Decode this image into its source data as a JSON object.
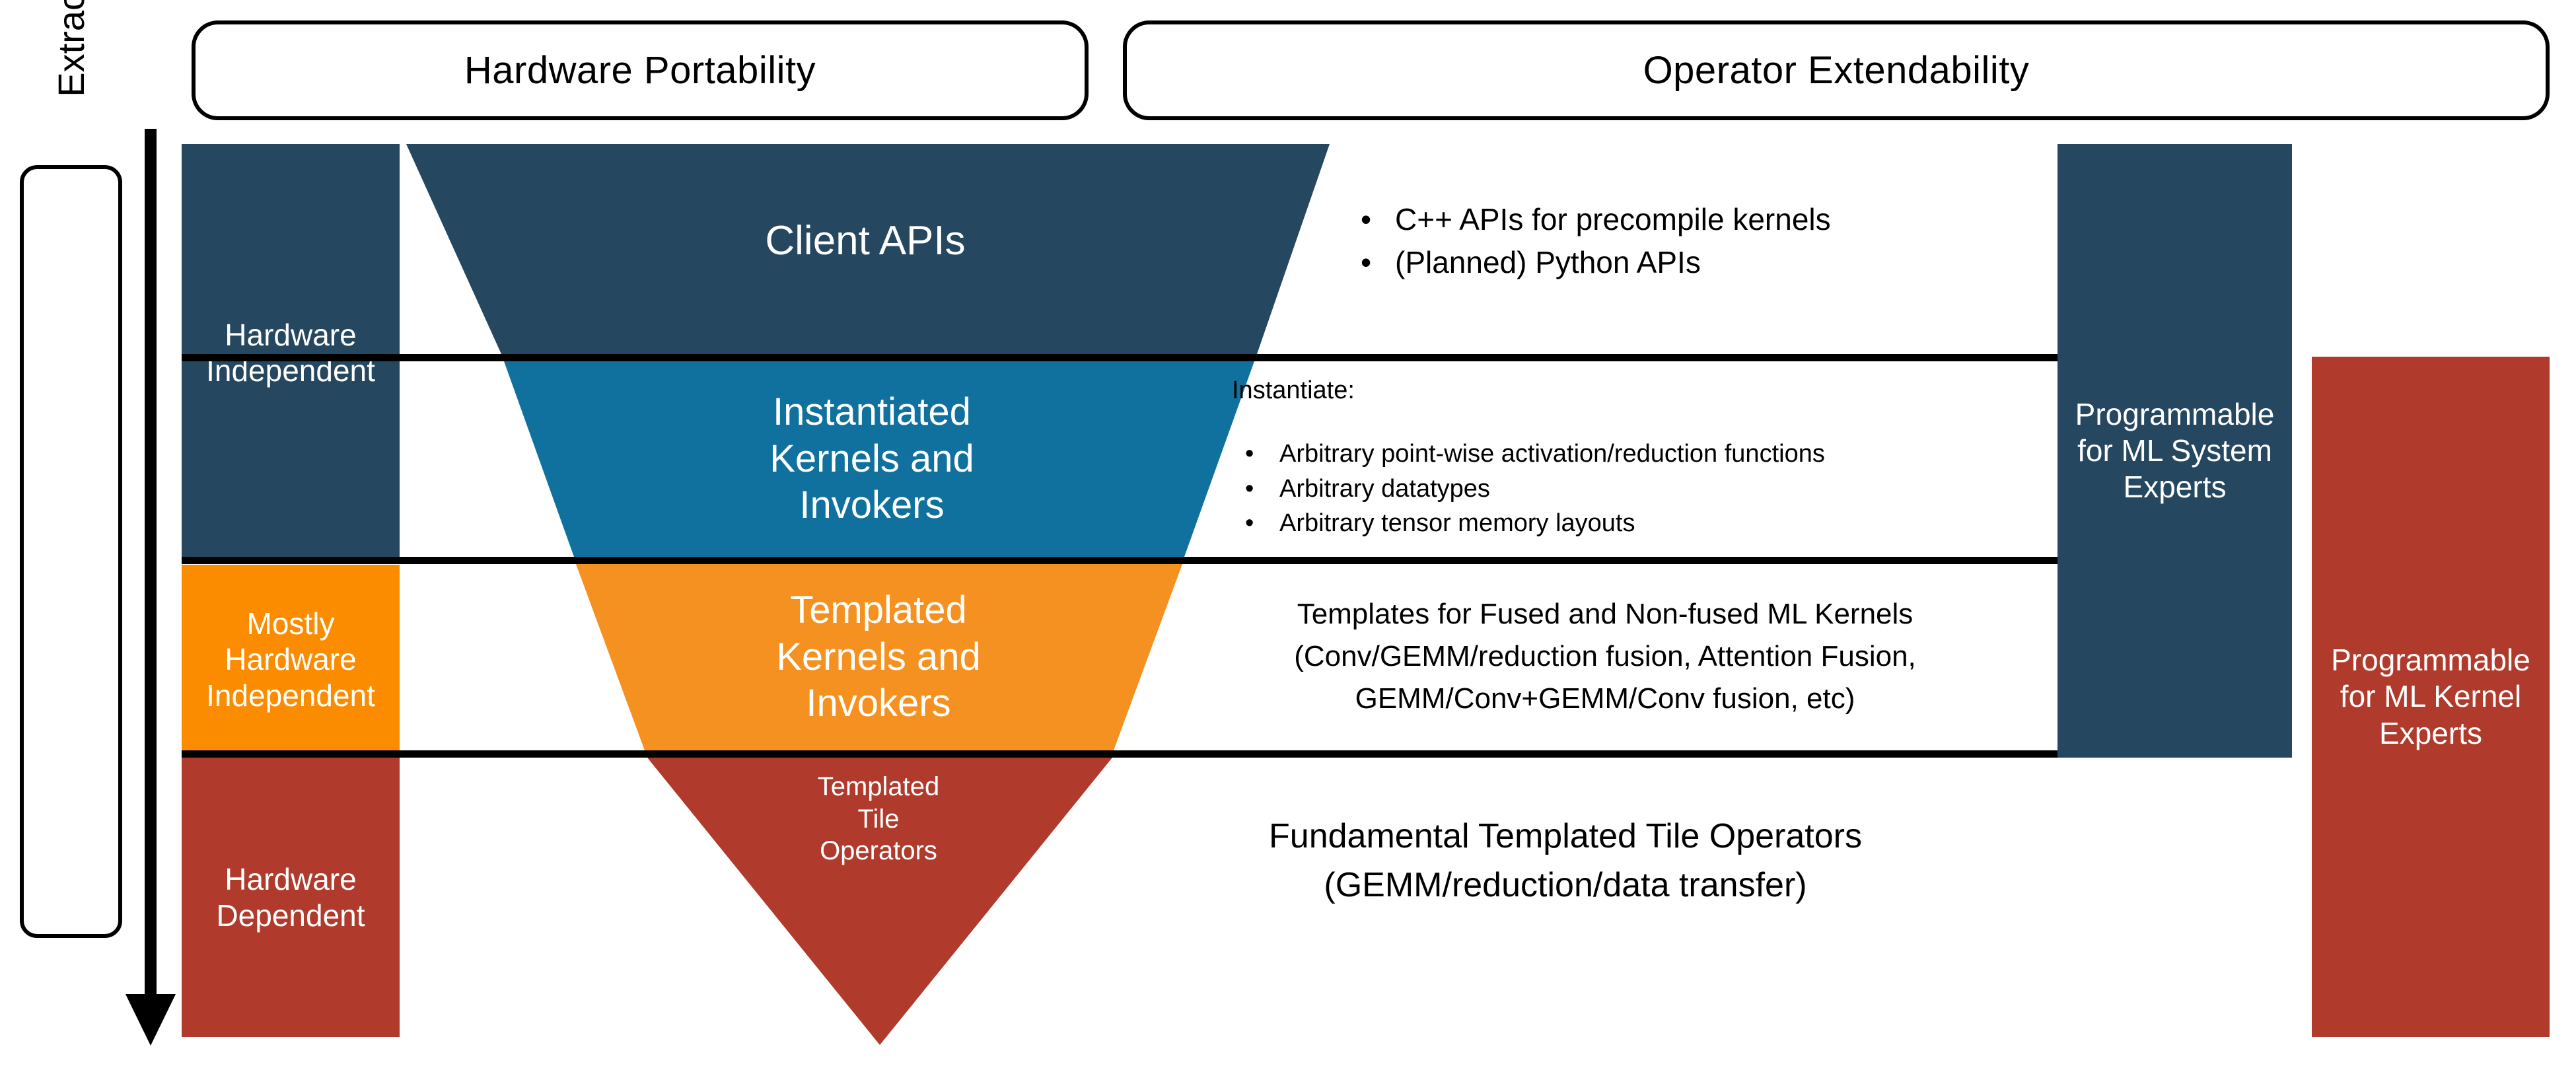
{
  "banners": {
    "left": "Hardware Portability",
    "right": "Operator Extendability"
  },
  "axis": {
    "label": "Extract More Performance",
    "direction_icon": "down-arrow-icon"
  },
  "hardware_levels": [
    {
      "id": "hardware-independent",
      "label": "Hardware\nIndependent",
      "color": "#254760"
    },
    {
      "id": "mostly-hardware-independent",
      "label": "Mostly\nHardware\nIndependent",
      "color": "#FB8C00"
    },
    {
      "id": "hardware-dependent",
      "label": "Hardware\nDependent",
      "color": "#B03A2B"
    }
  ],
  "funnel_layers": [
    {
      "id": "client-apis",
      "label": "Client APIs",
      "color": "#254760"
    },
    {
      "id": "instantiated",
      "label": "Instantiated\nKernels and\nInvokers",
      "color": "#11719E"
    },
    {
      "id": "templated-kernels",
      "label": "Templated\nKernels and\nInvokers",
      "color": "#F59120"
    },
    {
      "id": "templated-tile-ops",
      "label": "Templated\nTile\nOperators",
      "color": "#B03A2B"
    }
  ],
  "descriptions": {
    "client_apis": {
      "bullets": [
        "C++ APIs for precompile kernels",
        "(Planned) Python APIs"
      ]
    },
    "instantiated": {
      "heading": "Instantiate:",
      "bullets": [
        "Arbitrary point-wise activation/reduction functions",
        "Arbitrary datatypes",
        "Arbitrary tensor memory layouts"
      ]
    },
    "templated_kernels": {
      "line1": "Templates for Fused and Non-fused ML Kernels",
      "line2": "(Conv/GEMM/reduction fusion, Attention Fusion,",
      "line3": "GEMM/Conv+GEMM/Conv fusion, etc)"
    },
    "templated_tile_ops": {
      "line1": "Fundamental Templated Tile Operators",
      "line2": "(GEMM/reduction/data transfer)"
    }
  },
  "audiences": [
    {
      "id": "ml-system-experts",
      "label": "Programmable\nfor ML System\nExperts",
      "color": "#254760"
    },
    {
      "id": "ml-kernel-experts",
      "label": "Programmable\nfor ML Kernel\nExperts",
      "color": "#B03A2B"
    }
  ],
  "colors": {
    "navy": "#254760",
    "blue": "#11719E",
    "orange_dark": "#F59120",
    "orange_bright": "#FB8C00",
    "red": "#B03A2B",
    "outline": "#000000",
    "background": "#FFFFFF"
  }
}
